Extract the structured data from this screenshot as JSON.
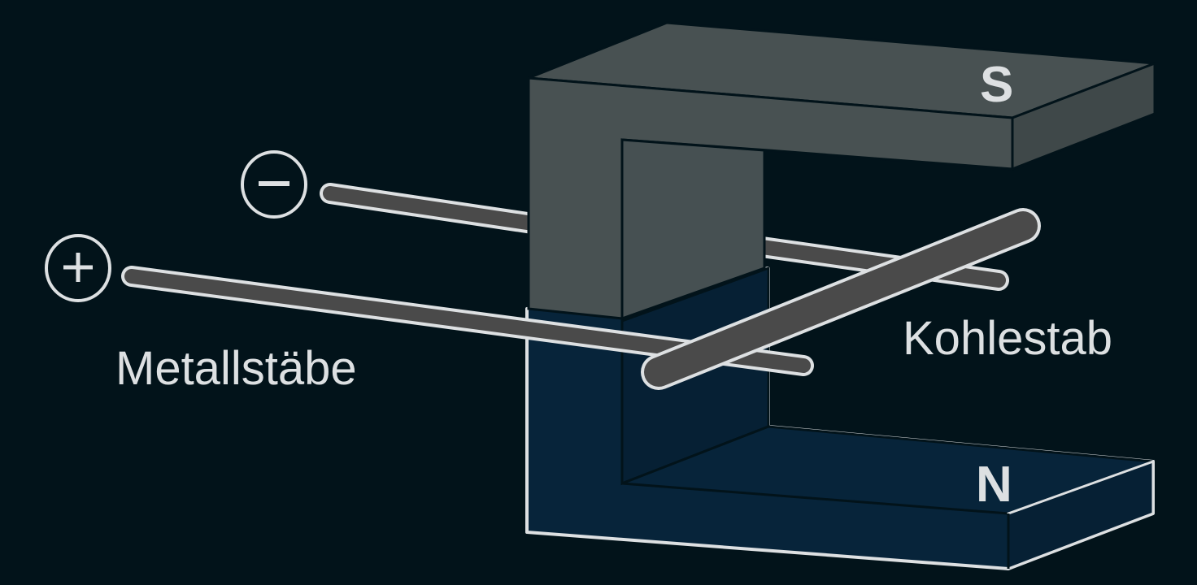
{
  "diagram": {
    "description": "Leiterschaukel / rail experiment: carbon rod resting on two metal rails between the poles of a horseshoe magnet",
    "colors": {
      "background": "#02131a",
      "magnet_south": "#485152",
      "magnet_south_side": "#3f4849",
      "magnet_north": "#07243a",
      "magnet_north_side": "#062034",
      "rod_fill": "#4a4a4a",
      "outline": "#dde0e2"
    },
    "terminals": {
      "negative": {
        "symbol": "−"
      },
      "positive": {
        "symbol": "+"
      }
    },
    "labels": {
      "metal_rods": "Metallstäbe",
      "carbon_rod": "Kohlestab"
    },
    "poles": {
      "south": "S",
      "north": "N"
    }
  }
}
